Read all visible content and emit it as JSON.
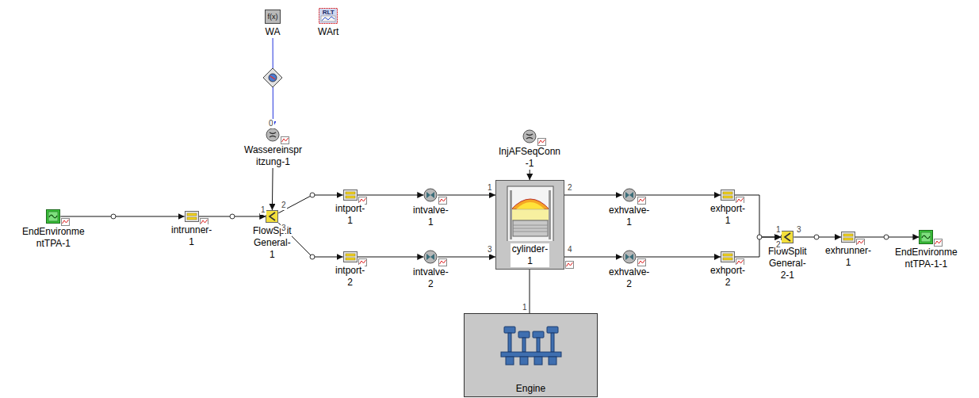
{
  "diagram": {
    "nodes": [
      {
        "text": [
          "f(x)",
          "WA"
        ]
      },
      {
        "text": [
          "RLT",
          "WArt"
        ]
      },
      {
        "text": [
          "Wassereinspr itzung-1"
        ]
      },
      {
        "text": [
          "InjAFSeqConn -1"
        ]
      },
      {
        "text": [
          "EndEnvironme ntTPA-1"
        ]
      },
      {
        "text": [
          "intrunner-1"
        ]
      },
      {
        "text": [
          "FlowSplit General-1"
        ]
      },
      {
        "text": [
          "intport-1"
        ]
      },
      {
        "text": [
          "intvalve-1"
        ]
      },
      {
        "text": [
          "cylinder-1"
        ]
      },
      {
        "text": [
          "exhvalve-1"
        ]
      },
      {
        "text": [
          "exhport-1"
        ]
      },
      {
        "text": [
          "FlowSplit General-2-1"
        ]
      },
      {
        "text": [
          "exhrunner-1"
        ]
      },
      {
        "text": [
          "EndEnvironme ntTPA-1-1"
        ]
      },
      {
        "text": [
          "intport-2"
        ]
      },
      {
        "text": [
          "intvalve-2"
        ]
      },
      {
        "text": [
          "exhvalve-2"
        ]
      },
      {
        "text": [
          "exhport-2"
        ]
      },
      {
        "text": [
          "Engine"
        ]
      }
    ],
    "edges": [
      {
        "from": 0,
        "to": 2,
        "arrow": "to"
      },
      {
        "from": 2,
        "to": 6,
        "arrow": "to"
      },
      {
        "from": 3,
        "to": 9,
        "arrow": "to"
      },
      {
        "from": 4,
        "to": 5,
        "arrow": "to"
      },
      {
        "from": 5,
        "to": 6,
        "arrow": "to"
      },
      {
        "from": 6,
        "to": 7,
        "arrow": "to"
      },
      {
        "from": 6,
        "to": 15,
        "arrow": "to"
      },
      {
        "from": 7,
        "to": 8,
        "arrow": "to"
      },
      {
        "from": 8,
        "to": 9,
        "arrow": "to"
      },
      {
        "from": 15,
        "to": 16,
        "arrow": "to"
      },
      {
        "from": 16,
        "to": 9,
        "arrow": "to"
      },
      {
        "from": 9,
        "to": 10,
        "arrow": "to"
      },
      {
        "from": 9,
        "to": 17,
        "arrow": "to"
      },
      {
        "from": 10,
        "to": 11,
        "arrow": "to"
      },
      {
        "from": 17,
        "to": 18,
        "arrow": "to"
      },
      {
        "from": 11,
        "to": 12,
        "arrow": "to"
      },
      {
        "from": 18,
        "to": 12,
        "arrow": "to"
      },
      {
        "from": 12,
        "to": 13,
        "arrow": "to"
      },
      {
        "from": 13,
        "to": 14,
        "arrow": "to"
      },
      {
        "from": 9,
        "to": 19,
        "arrow": "none"
      }
    ],
    "labels": [
      "0",
      "1",
      "2",
      "3",
      "1",
      "2",
      "3",
      "4",
      "1",
      "1",
      "2",
      "3"
    ]
  }
}
